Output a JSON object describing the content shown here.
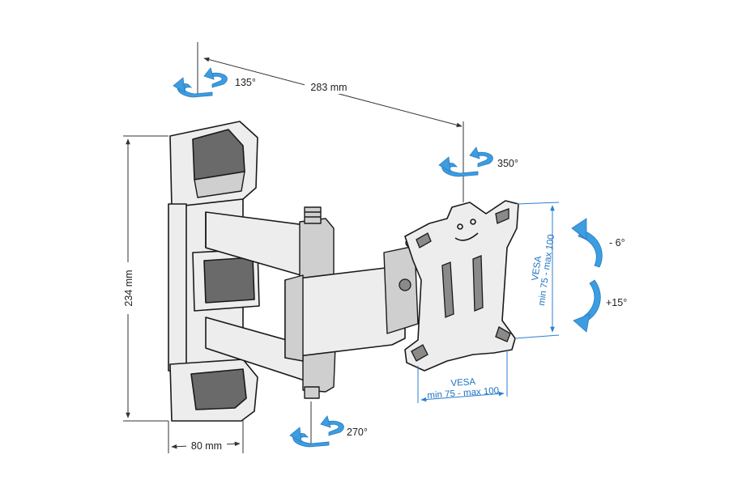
{
  "diagram": {
    "dimensions": {
      "arm_length": "283 mm",
      "height": "234 mm",
      "depth": "80 mm"
    },
    "rotations": {
      "top_pivot": "135°",
      "head_swivel": "350°",
      "bottom_pivot": "270°",
      "tilt_up": "- 6°",
      "tilt_down": "+15°"
    },
    "vesa_vertical": {
      "label": "VESA",
      "range": "min 75 - max 100"
    },
    "vesa_horizontal": {
      "label": "VESA",
      "range": "min 75 - max 100"
    },
    "colors": {
      "accent": "#3c9de0",
      "vesa_text": "#1f73c1",
      "outline": "#1a1a1a"
    }
  }
}
